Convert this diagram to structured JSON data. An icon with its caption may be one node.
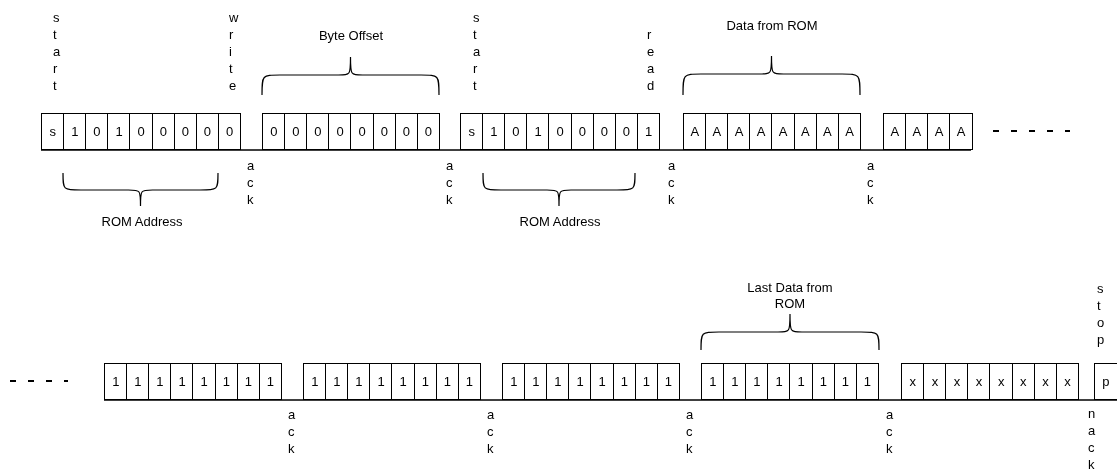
{
  "diagram": {
    "nodes": [
      {
        "text": [
          "s"
        ]
      },
      {
        "text": [
          "1"
        ]
      },
      {
        "text": [
          "0"
        ]
      },
      {
        "text": [
          "1"
        ]
      },
      {
        "text": [
          "0"
        ]
      },
      {
        "text": [
          "0"
        ]
      },
      {
        "text": [
          "0"
        ]
      },
      {
        "text": [
          "0"
        ]
      },
      {
        "text": [
          "0"
        ]
      },
      {
        "text": [
          "0"
        ]
      },
      {
        "text": [
          "0"
        ]
      },
      {
        "text": [
          "0"
        ]
      },
      {
        "text": [
          "0"
        ]
      },
      {
        "text": [
          "0"
        ]
      },
      {
        "text": [
          "0"
        ]
      },
      {
        "text": [
          "0"
        ]
      },
      {
        "text": [
          "0"
        ]
      },
      {
        "text": [
          "s"
        ]
      },
      {
        "text": [
          "1"
        ]
      },
      {
        "text": [
          "0"
        ]
      },
      {
        "text": [
          "1"
        ]
      },
      {
        "text": [
          "0"
        ]
      },
      {
        "text": [
          "0"
        ]
      },
      {
        "text": [
          "0"
        ]
      },
      {
        "text": [
          "0"
        ]
      },
      {
        "text": [
          "1"
        ]
      },
      {
        "text": [
          "A"
        ]
      },
      {
        "text": [
          "A"
        ]
      },
      {
        "text": [
          "A"
        ]
      },
      {
        "text": [
          "A"
        ]
      },
      {
        "text": [
          "A"
        ]
      },
      {
        "text": [
          "A"
        ]
      },
      {
        "text": [
          "A"
        ]
      },
      {
        "text": [
          "A"
        ]
      },
      {
        "text": [
          "A"
        ]
      },
      {
        "text": [
          "A"
        ]
      },
      {
        "text": [
          "A"
        ]
      },
      {
        "text": [
          "A"
        ]
      },
      {
        "text": [
          "1"
        ]
      },
      {
        "text": [
          "1"
        ]
      },
      {
        "text": [
          "1"
        ]
      },
      {
        "text": [
          "1"
        ]
      },
      {
        "text": [
          "1"
        ]
      },
      {
        "text": [
          "1"
        ]
      },
      {
        "text": [
          "1"
        ]
      },
      {
        "text": [
          "1"
        ]
      },
      {
        "text": [
          "1"
        ]
      },
      {
        "text": [
          "1"
        ]
      },
      {
        "text": [
          "1"
        ]
      },
      {
        "text": [
          "1"
        ]
      },
      {
        "text": [
          "1"
        ]
      },
      {
        "text": [
          "1"
        ]
      },
      {
        "text": [
          "1"
        ]
      },
      {
        "text": [
          "1"
        ]
      },
      {
        "text": [
          "1"
        ]
      },
      {
        "text": [
          "1"
        ]
      },
      {
        "text": [
          "1"
        ]
      },
      {
        "text": [
          "1"
        ]
      },
      {
        "text": [
          "1"
        ]
      },
      {
        "text": [
          "1"
        ]
      },
      {
        "text": [
          "1"
        ]
      },
      {
        "text": [
          "1"
        ]
      },
      {
        "text": [
          "1"
        ]
      },
      {
        "text": [
          "1"
        ]
      },
      {
        "text": [
          "1"
        ]
      },
      {
        "text": [
          "1"
        ]
      },
      {
        "text": [
          "1"
        ]
      },
      {
        "text": [
          "1"
        ]
      },
      {
        "text": [
          "1"
        ]
      },
      {
        "text": [
          "1"
        ]
      },
      {
        "text": [
          "x"
        ]
      },
      {
        "text": [
          "x"
        ]
      },
      {
        "text": [
          "x"
        ]
      },
      {
        "text": [
          "x"
        ]
      },
      {
        "text": [
          "x"
        ]
      },
      {
        "text": [
          "x"
        ]
      },
      {
        "text": [
          "x"
        ]
      },
      {
        "text": [
          "x"
        ]
      },
      {
        "text": [
          "p"
        ]
      }
    ],
    "edges": [],
    "labels": [
      "start",
      "write",
      "Byte Offset",
      "start",
      "read",
      "Data from ROM",
      "ack",
      "ack",
      "ack",
      "ack",
      "ROM Address",
      "ROM Address",
      "Last Data from ROM",
      "stop",
      "ack",
      "ack",
      "ack",
      "ack",
      "nack"
    ]
  }
}
